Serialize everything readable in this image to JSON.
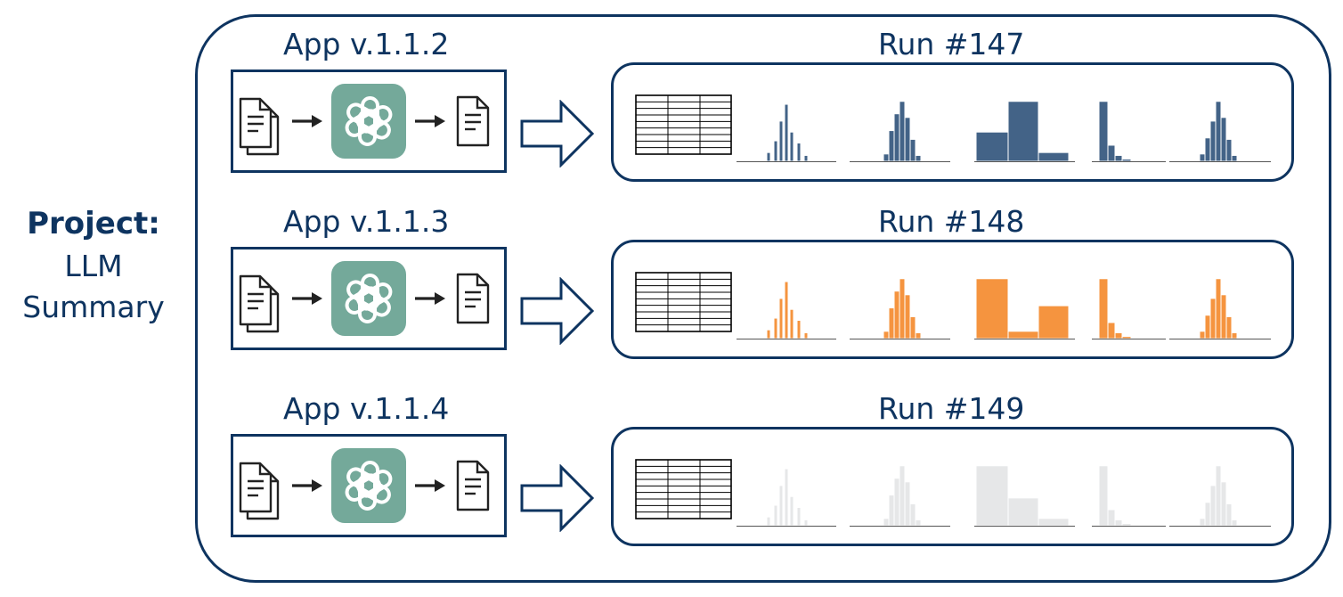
{
  "project": {
    "label": "Project:",
    "name_line1": "LLM",
    "name_line2": "Summary"
  },
  "colors": {
    "navy": "#0e3460",
    "blue_bars": "#436387",
    "orange_bars": "#f5943f",
    "grey_bars": "#e6e7e8",
    "llm_tile": "#74a99a"
  },
  "rows": [
    {
      "app": "App v.1.1.2",
      "run": "Run #147",
      "color": "#436387"
    },
    {
      "app": "App v.1.1.3",
      "run": "Run #148",
      "color": "#f5943f"
    },
    {
      "app": "App v.1.1.4",
      "run": "Run #149",
      "color": "#e6e7e8"
    }
  ],
  "icons": [
    "documents-icon",
    "arrow-right-icon",
    "openai-logo-icon",
    "document-icon",
    "big-arrow-icon",
    "table-icon"
  ]
}
